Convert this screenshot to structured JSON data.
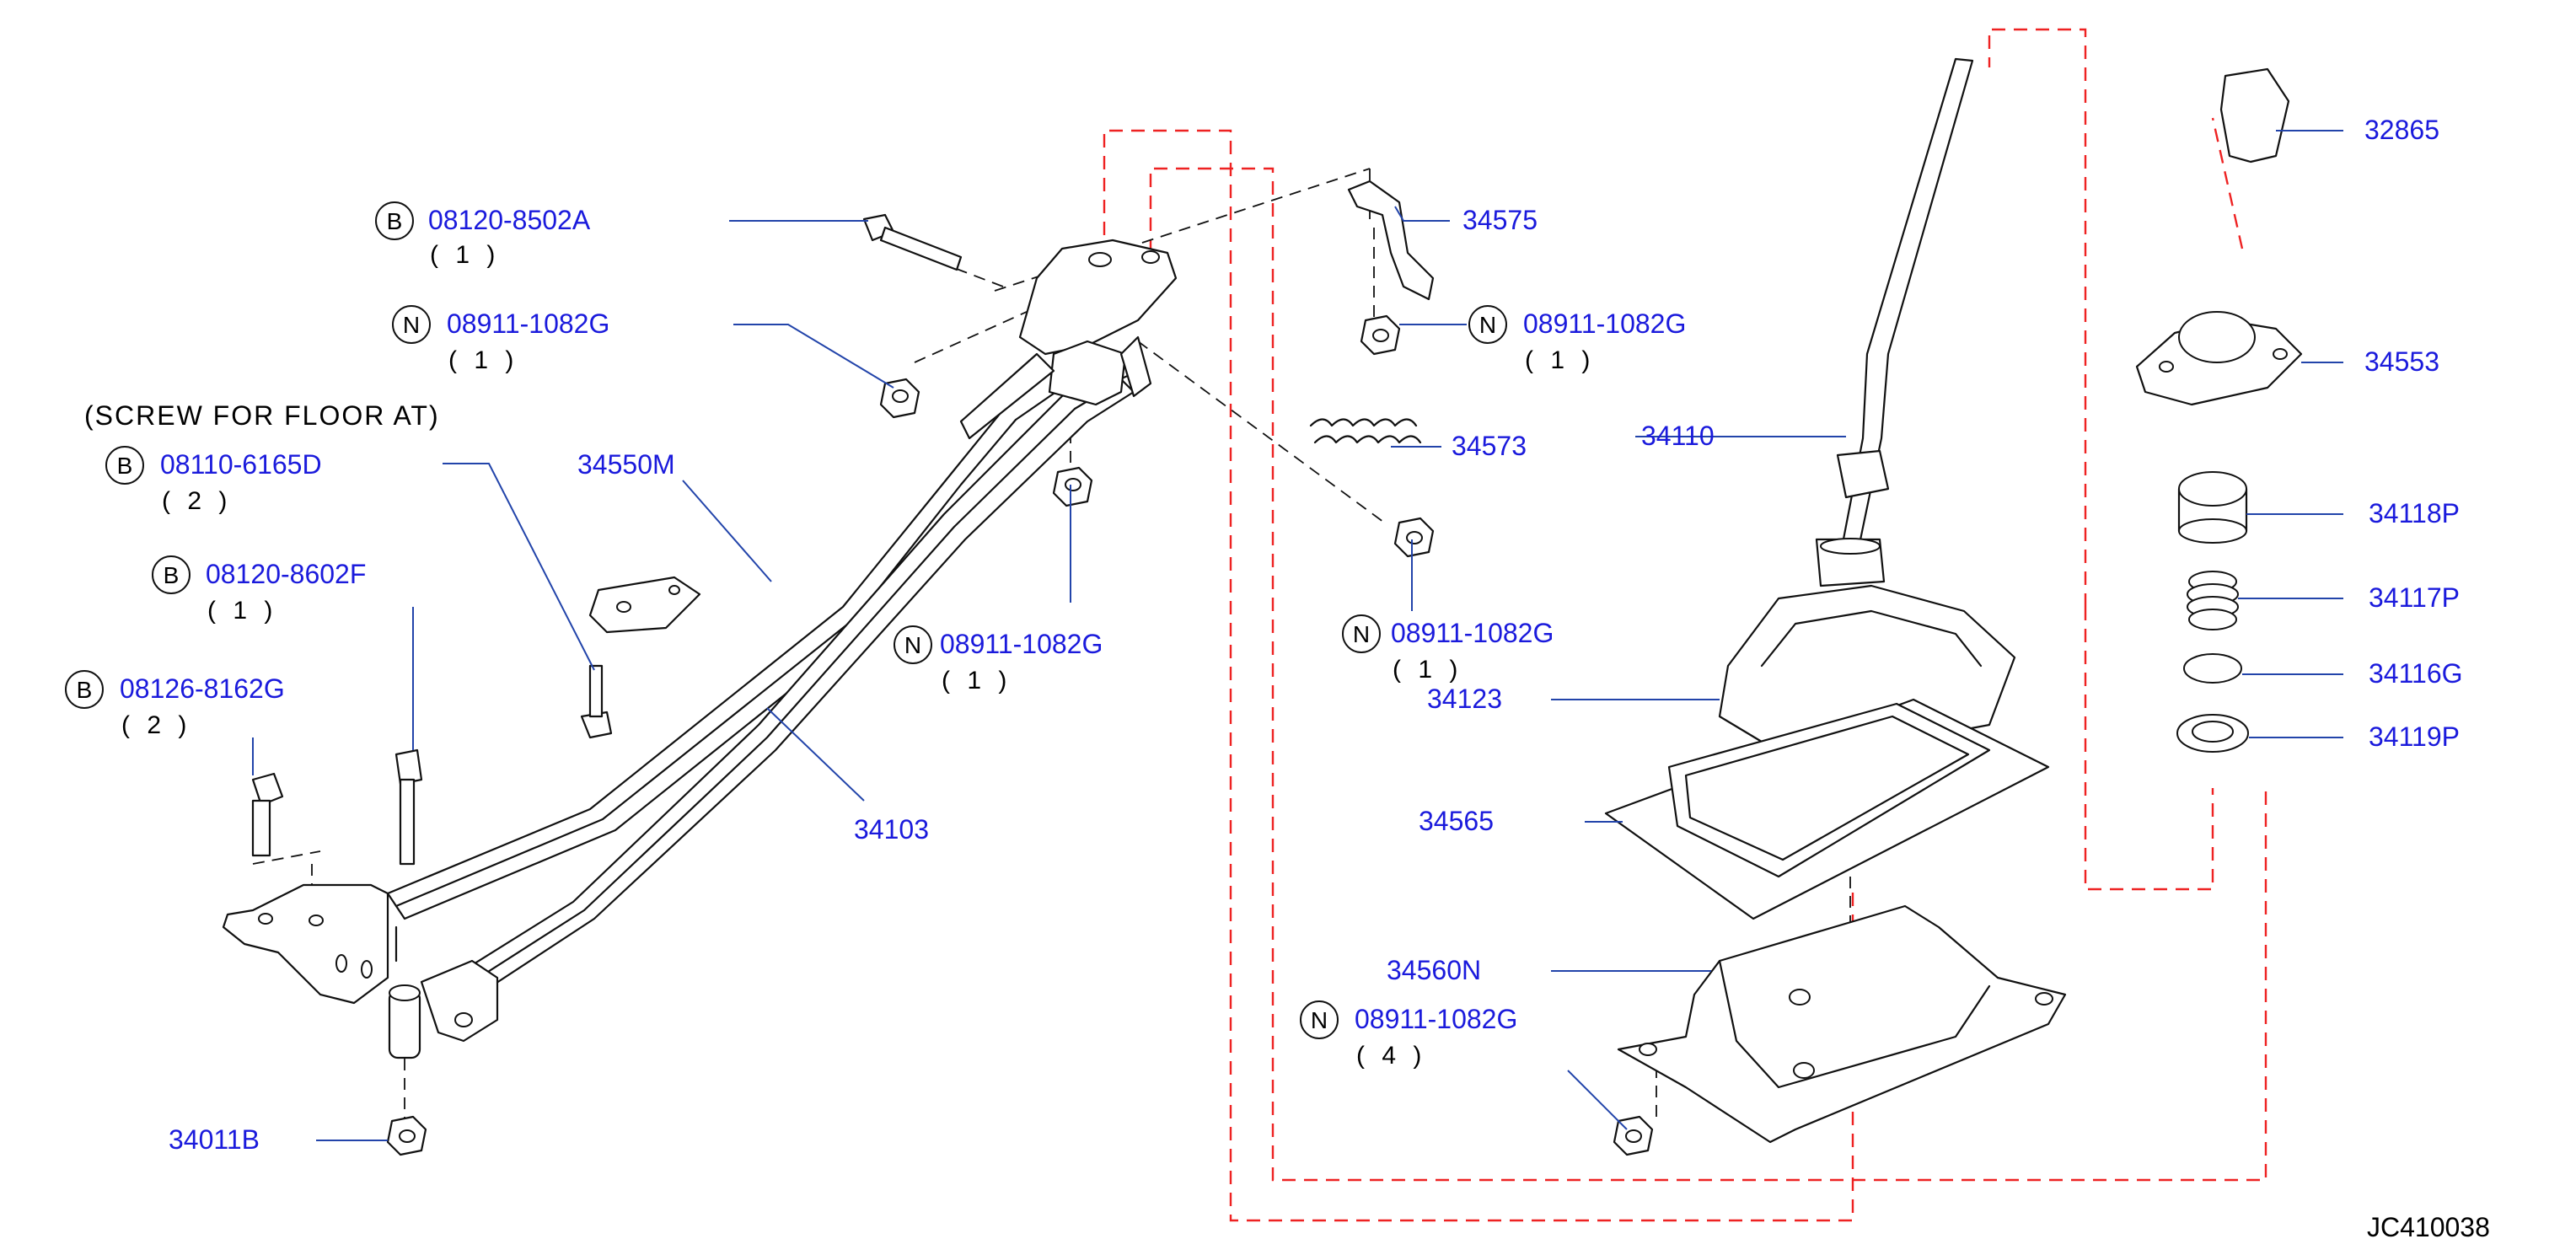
{
  "diagram": {
    "ref_code": "JC410038",
    "note": "(SCREW  FOR  FLOOR  AT)",
    "callouts": [
      {
        "id": "c1",
        "prefix": "B",
        "part": "08120-8502A",
        "qty": "( 1 )"
      },
      {
        "id": "c2",
        "prefix": "N",
        "part": "08911-1082G",
        "qty": "( 1 )"
      },
      {
        "id": "c3",
        "prefix": "B",
        "part": "08110-6165D",
        "qty": "( 2 )"
      },
      {
        "id": "c4",
        "prefix": "B",
        "part": "08120-8602F",
        "qty": "( 1 )"
      },
      {
        "id": "c5",
        "prefix": "B",
        "part": "08126-8162G",
        "qty": "( 2 )"
      },
      {
        "id": "c6",
        "prefix": "N",
        "part": "08911-1082G",
        "qty": "( 1 )"
      },
      {
        "id": "c7",
        "prefix": "N",
        "part": "08911-1082G",
        "qty": "( 1 )"
      },
      {
        "id": "c8",
        "prefix": "N",
        "part": "08911-1082G",
        "qty": "( 1 )"
      },
      {
        "id": "c9",
        "prefix": "N",
        "part": "08911-1082G",
        "qty": "( 4 )"
      }
    ],
    "parts": {
      "p34550M": "34550M",
      "p34103": "34103",
      "p34011B": "34011B",
      "p34575": "34575",
      "p34573": "34573",
      "p34110": "34110",
      "p34123": "34123",
      "p34565": "34565",
      "p34560N": "34560N",
      "p32865": "32865",
      "p34553": "34553",
      "p34118P": "34118P",
      "p34117P": "34117P",
      "p34116G": "34116G",
      "p34119P": "34119P"
    }
  }
}
